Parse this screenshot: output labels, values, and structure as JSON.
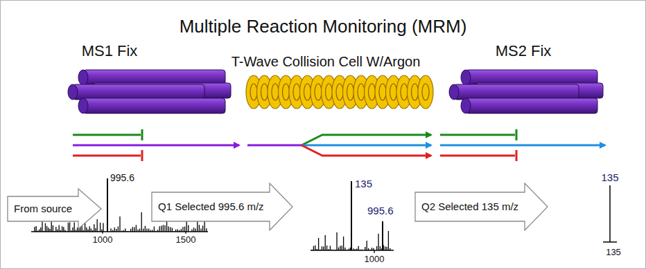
{
  "diagram": {
    "title": "Multiple Reaction Monitoring (MRM)",
    "nodes": [
      {
        "text": [
          "From source"
        ]
      },
      {
        "text": [
          "Q1 Selected 995.6 m/z"
        ]
      },
      {
        "text": [
          "Q2 Selected 135 m/z"
        ]
      }
    ],
    "labels": [
      "MS1 Fix",
      "T-Wave Collision Cell W/Argon",
      "MS2 Fix",
      "995.6",
      "1000",
      "1500",
      "135",
      "995.6",
      "1000",
      "135",
      "135"
    ]
  }
}
